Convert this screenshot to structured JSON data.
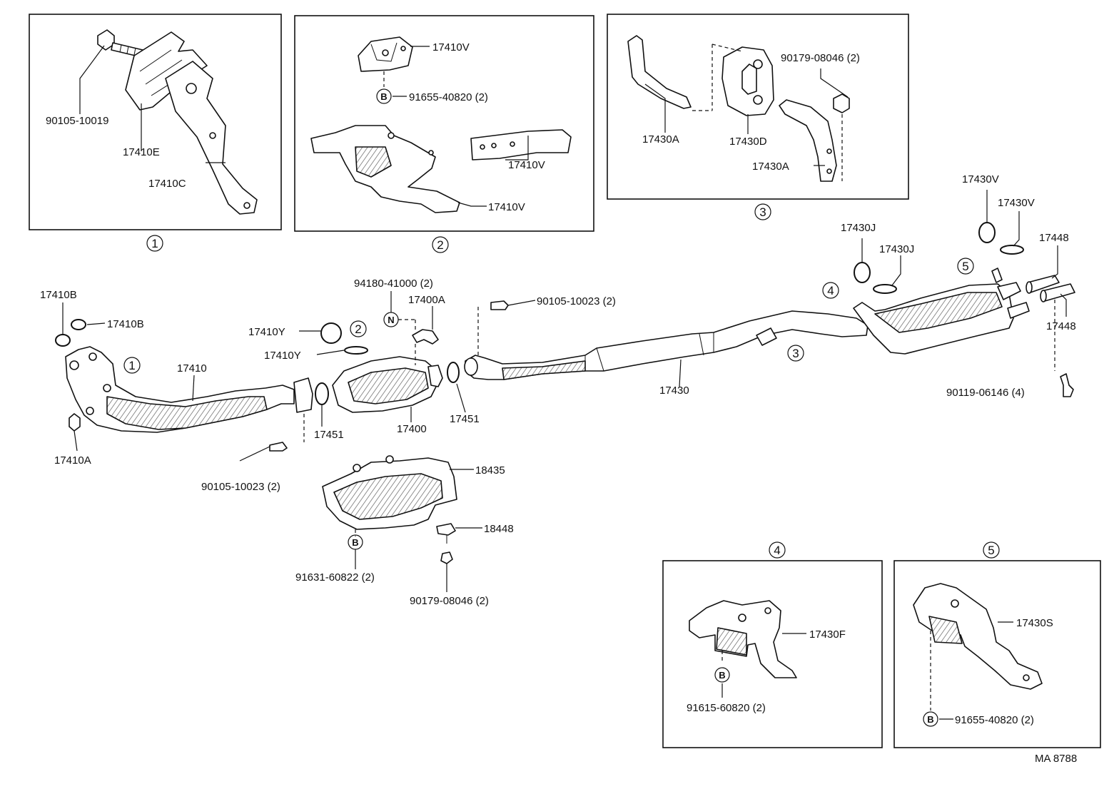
{
  "labels": {
    "p90105_10019": "90105-10019",
    "p17410E": "17410E",
    "p17410C": "17410C",
    "p17410V_a": "17410V",
    "p91655_40820_top": "91655-40820 (2)",
    "p17410V_b": "17410V",
    "p17410V_c": "17410V",
    "p17430A_a": "17430A",
    "p17430D": "17430D",
    "p90179_08046_top": "90179-08046 (2)",
    "p17430A_b": "17430A",
    "p17410B_a": "17410B",
    "p17410B_b": "17410B",
    "p17410": "17410",
    "p17410A": "17410A",
    "p90105_10023_left": "90105-10023 (2)",
    "p17451_left": "17451",
    "p17410Y_a": "17410Y",
    "p17410Y_b": "17410Y",
    "p94180_41000": "94180-41000 (2)",
    "p17400A": "17400A",
    "p17400": "17400",
    "p17451_right": "17451",
    "p90105_10023_right": "90105-10023 (2)",
    "p17430": "17430",
    "p18435": "18435",
    "p18448": "18448",
    "p91631_60822": "91631-60822 (2)",
    "p90179_08046_bottom": "90179-08046 (2)",
    "p17430J_a": "17430J",
    "p17430J_b": "17430J",
    "p17430V_a": "17430V",
    "p17430V_b": "17430V",
    "p17448_a": "17448",
    "p17448_b": "17448",
    "p90119_06146": "90119-06146 (4)",
    "p17430F": "17430F",
    "p91615_60820": "91615-60820 (2)",
    "p17430S": "17430S",
    "p91655_40820_bottom": "91655-40820 (2)",
    "code": "MA 8788"
  },
  "markers": {
    "c1": "1",
    "c2": "2",
    "c3": "3",
    "c4": "4",
    "c5": "5",
    "b": "B",
    "n": "N"
  }
}
